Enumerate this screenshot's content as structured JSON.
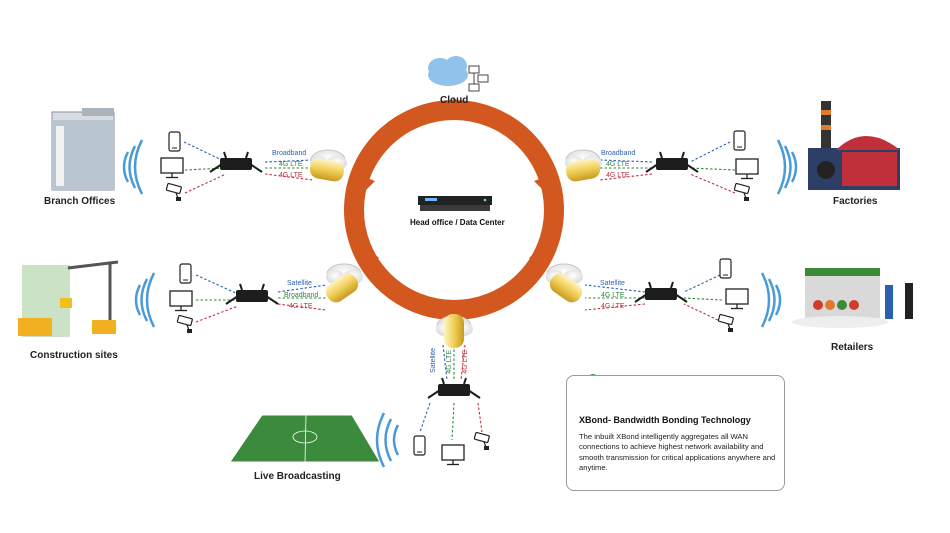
{
  "hub": {
    "label": "Head office / Data Center",
    "ring_color": "#d2581f"
  },
  "cloud": {
    "label": "Cloud"
  },
  "sites": {
    "branch_offices": "Branch Offices",
    "factories": "Factories",
    "construction": "Construction sites",
    "retailers": "Retailers",
    "broadcasting": "Live Broadcasting"
  },
  "wan_links": {
    "top_left": [
      "Broadband",
      "4G LTE",
      "4G LTE"
    ],
    "top_right": [
      "Broadband",
      "4G LTE",
      "4G LTE"
    ],
    "mid_left": [
      "Satellite",
      "Broadband",
      "4G LTE"
    ],
    "mid_right": [
      "Satellite",
      "4G LTE",
      "4G LTE"
    ],
    "bottom": [
      "Satellite",
      "4G LTE",
      "4G LTE"
    ]
  },
  "info_box": {
    "title": "XBond- Bandwidth Bonding Technology",
    "text": "The inbuilt XBond intelligently aggregates all WAN connections to achieve highest network availability and smooth transmission for critical applications anywhere and anytime."
  },
  "colors": {
    "broadband": "#2b5fb0",
    "lte_green": "#2e8b3a",
    "lte_red": "#c0303b",
    "wifi": "#4a9ad8",
    "tunnel": "#e8c24a"
  }
}
